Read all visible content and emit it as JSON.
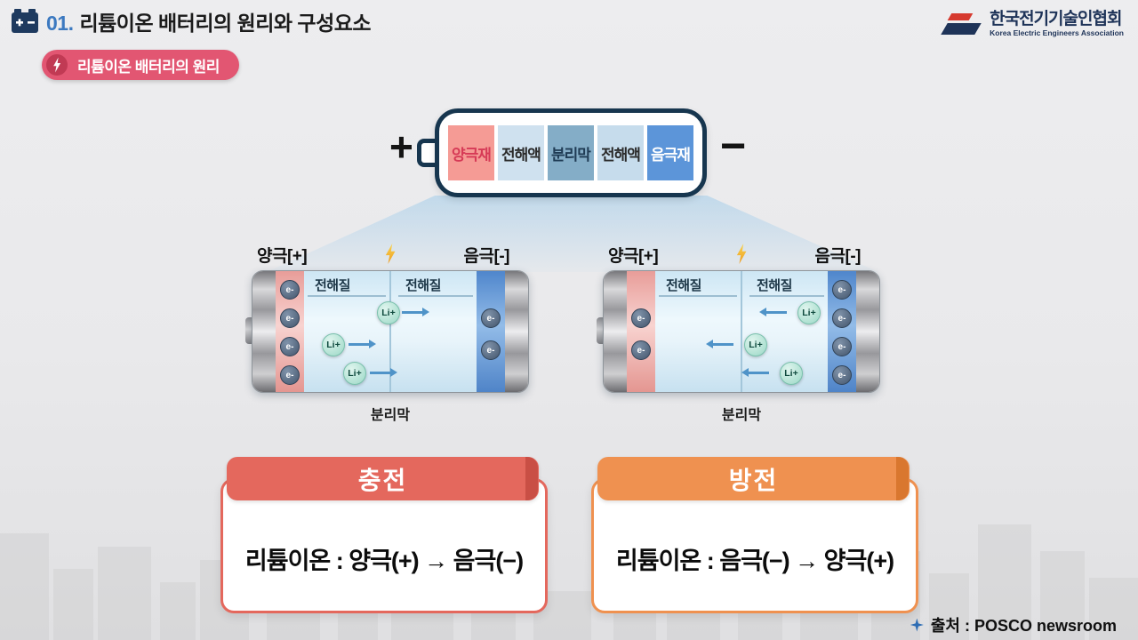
{
  "header": {
    "number": "01.",
    "title": "리튬이온 배터리의 원리와 구성요소"
  },
  "logo": {
    "title": "한국전기기술인협회",
    "subtitle": "Korea Electric Engineers Association",
    "accent_red": "#d63a2f",
    "accent_navy": "#1e3358"
  },
  "section_badge": {
    "label": "리튬이온 배터리의 원리",
    "bg": "#e25672",
    "circle_bg": "#c13a54"
  },
  "battery_bar": {
    "plus": "+",
    "minus": "−",
    "segments": [
      {
        "label": "양극재",
        "bg": "#f59b95",
        "fg": "#d63a56"
      },
      {
        "label": "전해액",
        "bg": "#cfe1ef",
        "fg": "#2b2b2b"
      },
      {
        "label": "분리막",
        "bg": "#84adc7",
        "fg": "#1f3b54"
      },
      {
        "label": "전해액",
        "bg": "#c6dcec",
        "fg": "#2b2b2b"
      },
      {
        "label": "음극재",
        "bg": "#5c95d9",
        "fg": "#ffffff"
      }
    ]
  },
  "cells": [
    {
      "name": "charging",
      "anode": "양극[+]",
      "cathode": "음극[-]",
      "electrolyte_left": "전해질",
      "electrolyte_right": "전해질",
      "separator": "분리막",
      "ion": "Li+",
      "electron": "e-",
      "ion_flow": "right"
    },
    {
      "name": "discharging",
      "anode": "양극[+]",
      "cathode": "음극[-]",
      "electrolyte_left": "전해질",
      "electrolyte_right": "전해질",
      "separator": "분리막",
      "ion": "Li+",
      "electron": "e-",
      "ion_flow": "left"
    }
  ],
  "cards": [
    {
      "title": "충전",
      "text": "리튬이온 : 양극(+) → 음극(−)",
      "color": "#e4685d",
      "color_dark": "#c94f45"
    },
    {
      "title": "방전",
      "text": "리튬이온 : 음극(−) → 양극(+)",
      "color": "#ef9150",
      "color_dark": "#d9772f"
    }
  ],
  "source": {
    "text": "출처 : POSCO newsroom",
    "star_color": "#2e6db4"
  }
}
